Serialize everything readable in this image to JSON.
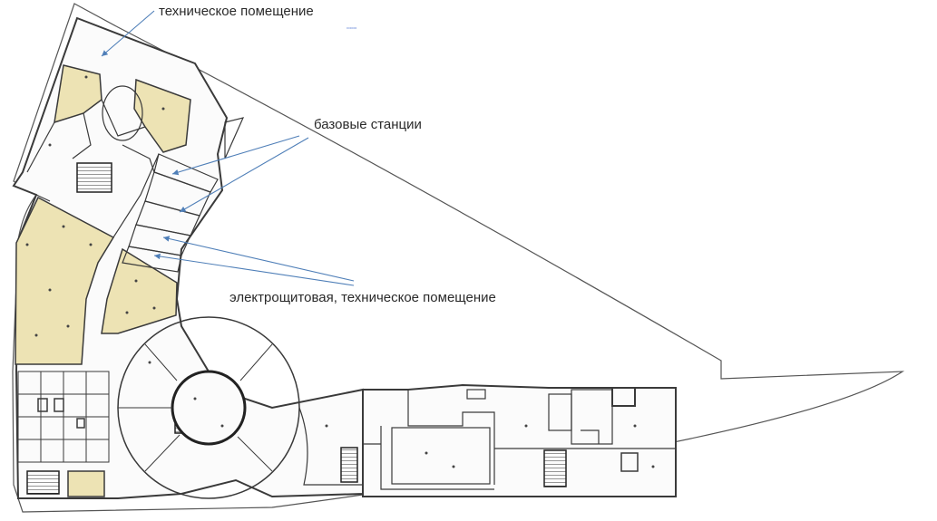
{
  "labels": {
    "technical_room": "техническое помещение",
    "base_stations": "базовые станции",
    "electrical_room": "электрощитовая, техническое помещение"
  },
  "colors": {
    "room_fill": "#ede3b4",
    "wall": "#3a3a3a",
    "arrow": "#4f7fb8",
    "text": "#2a2a2a"
  }
}
